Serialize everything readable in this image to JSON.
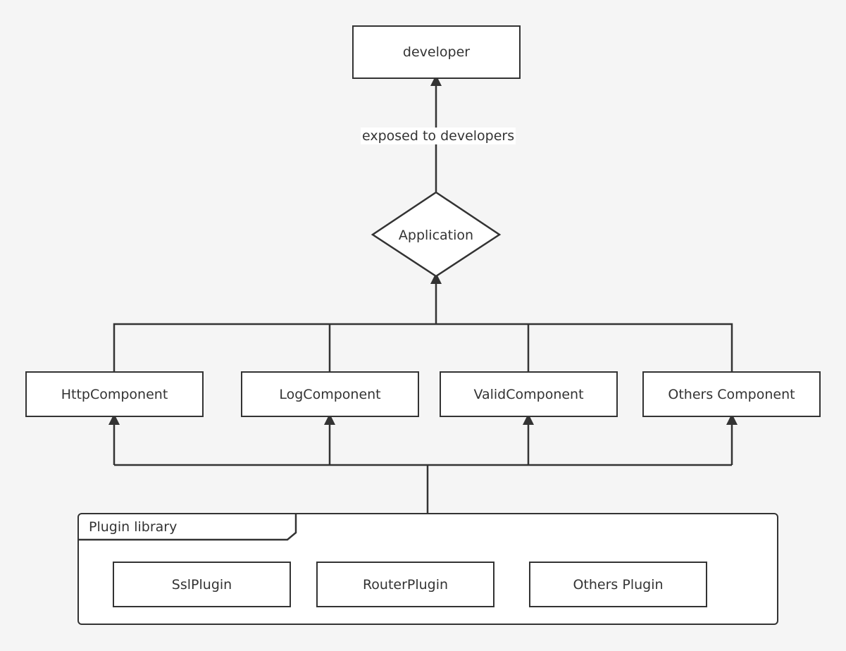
{
  "nodes": {
    "developer": "developer",
    "application": "Application",
    "http": "HttpComponent",
    "log": "LogComponent",
    "valid": "ValidComponent",
    "others_component": "Others Component",
    "ssl": "SslPlugin",
    "router": "RouterPlugin",
    "others_plugin": "Others Plugin"
  },
  "frame": {
    "title": "Plugin library"
  },
  "edges": {
    "exposed": "exposed to developers"
  },
  "colors": {
    "stroke": "#333333",
    "fill": "#ffffff",
    "background": "#f5f5f5"
  }
}
